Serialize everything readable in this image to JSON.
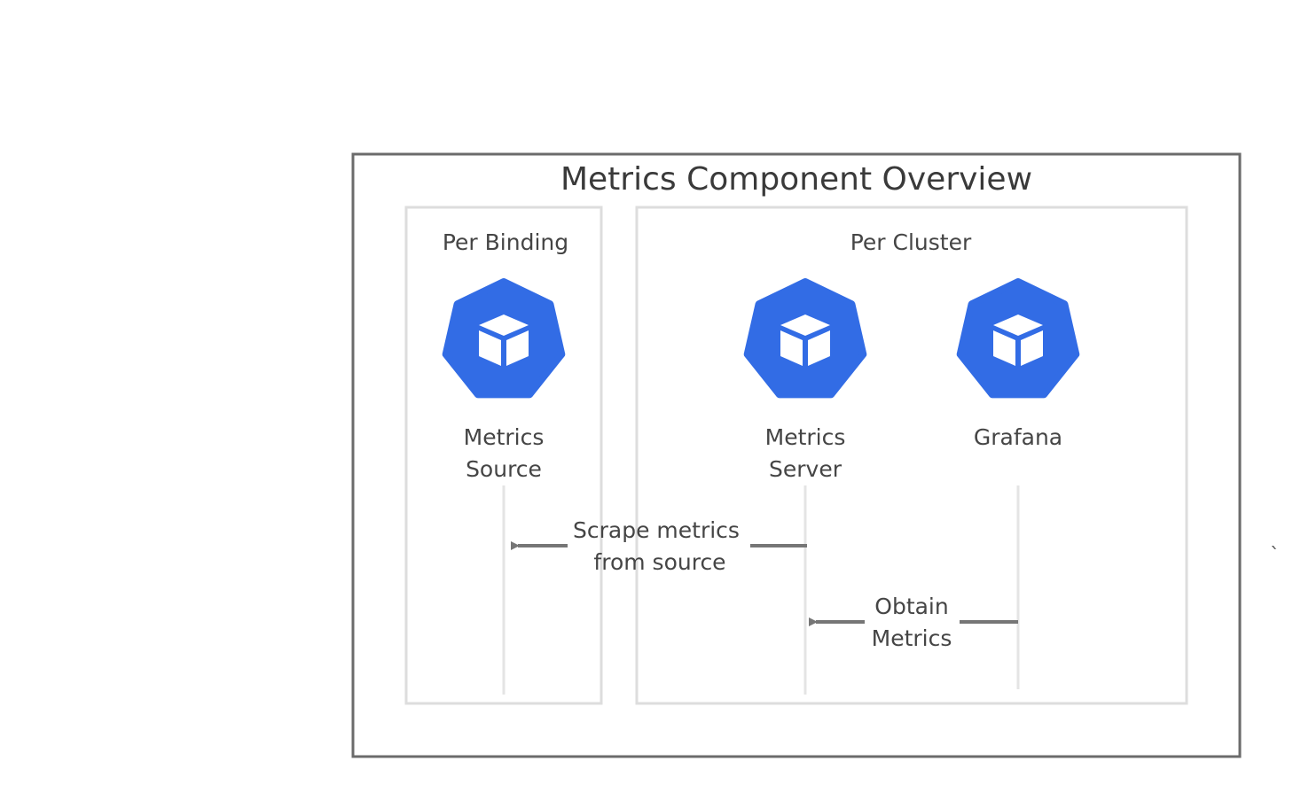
{
  "title": "Metrics Component Overview",
  "groups": {
    "binding": {
      "label": "Per Binding"
    },
    "cluster": {
      "label": "Per Cluster"
    }
  },
  "nodes": {
    "metrics_source": {
      "line1": "Metrics",
      "line2": "Source",
      "icon": "kubernetes-pod-icon"
    },
    "metrics_server": {
      "line1": "Metrics",
      "line2": "Server",
      "icon": "kubernetes-pod-icon"
    },
    "grafana": {
      "line1": "Grafana",
      "icon": "kubernetes-pod-icon"
    }
  },
  "edges": {
    "scrape": {
      "line1": "Scrape metrics",
      "line2": "from source",
      "from": "metrics_server",
      "to": "metrics_source"
    },
    "obtain": {
      "line1": "Obtain",
      "line2": "Metrics",
      "from": "grafana",
      "to": "metrics_server"
    }
  },
  "stray_mark": "`",
  "colors": {
    "icon_fill": "#326CE5",
    "icon_glyph": "#ffffff",
    "outer_border": "#6b6b6b",
    "group_border": "#dddddd",
    "lifeline": "#e4e4e4",
    "arrow": "#767676",
    "text": "#454545"
  }
}
